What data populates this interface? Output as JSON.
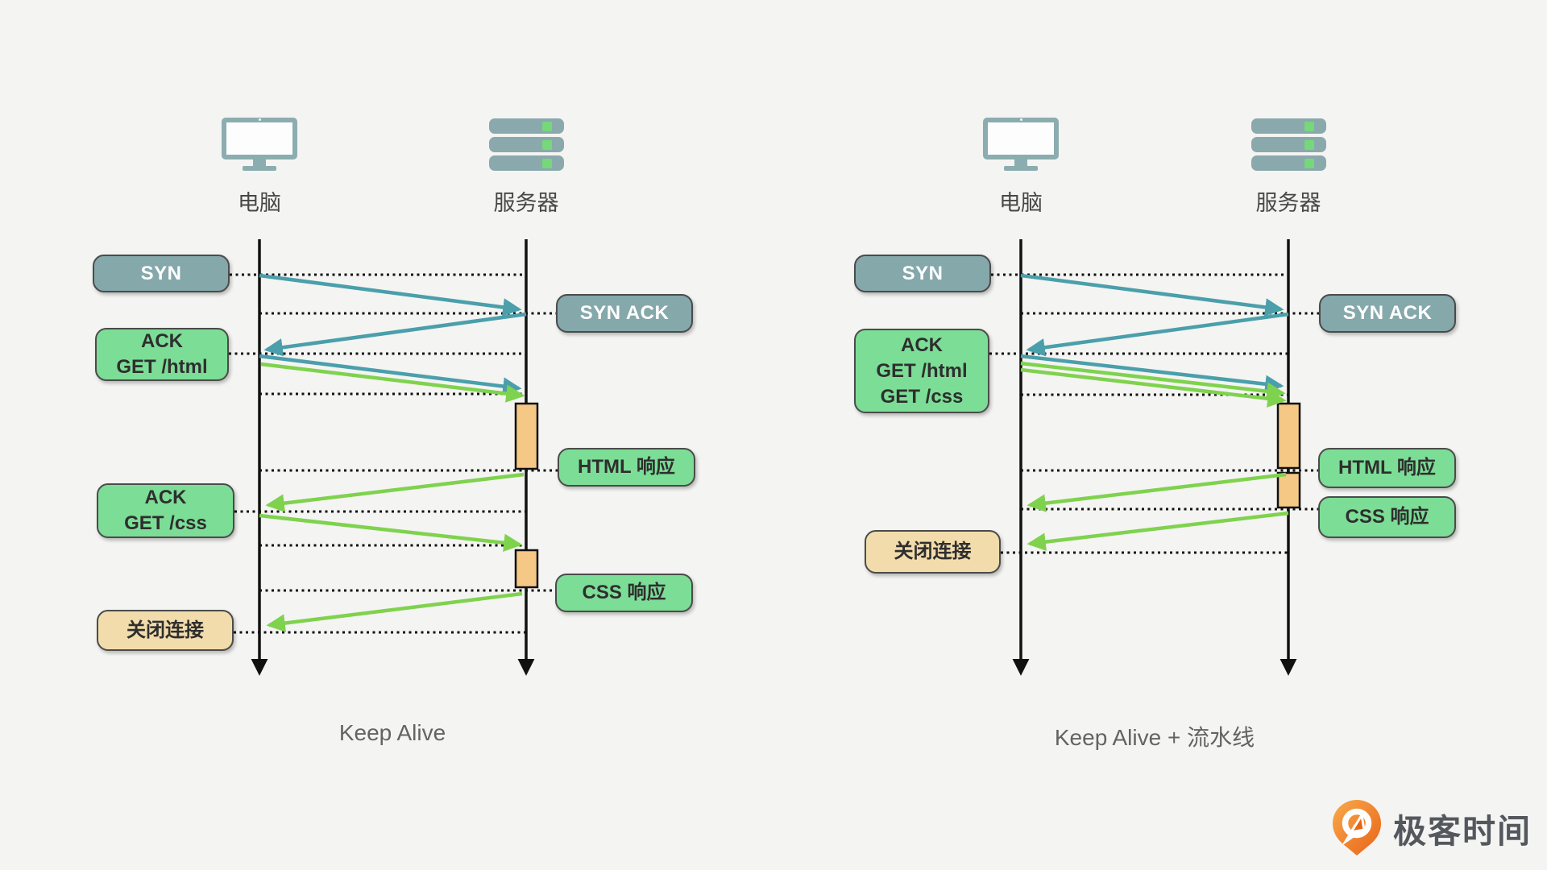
{
  "page": {
    "background": "#f4f4f2"
  },
  "branding": {
    "logo_text": "极客时间",
    "logo_icon": "geektime-pin-icon",
    "logo_orange": "#ee7521",
    "logo_text_color": "#54575d"
  },
  "colors": {
    "teal_box": "#85a8ab",
    "green_box": "#7cdd96",
    "tan_box": "#f2dcab",
    "activation_bar": "#f6c886",
    "teal_arrow": "#4a9fab",
    "green_arrow": "#7fd24e",
    "lifeline": "#111111",
    "actor_label": "#474747",
    "caption": "#636363",
    "icon_teal": "#8cadb0",
    "icon_led_green": "#76d77b"
  },
  "diagram_left": {
    "caption": "Keep Alive",
    "client_label": "电脑",
    "server_label": "服务器",
    "boxes": {
      "syn": "SYN",
      "syn_ack": "SYN ACK",
      "ack_get_html": {
        "line1": "ACK",
        "line2": "GET /html"
      },
      "html_resp": "HTML 响应",
      "ack_get_css": {
        "line1": "ACK",
        "line2": "GET /css"
      },
      "css_resp": "CSS 响应",
      "close": "关闭连接"
    }
  },
  "diagram_right": {
    "caption": "Keep Alive + 流水线",
    "client_label": "电脑",
    "server_label": "服务器",
    "boxes": {
      "syn": "SYN",
      "syn_ack": "SYN ACK",
      "ack_pipeline": {
        "line1": "ACK",
        "line2": "GET /html",
        "line3": "GET /css"
      },
      "html_resp": "HTML 响应",
      "css_resp": "CSS 响应",
      "close": "关闭连接"
    }
  }
}
